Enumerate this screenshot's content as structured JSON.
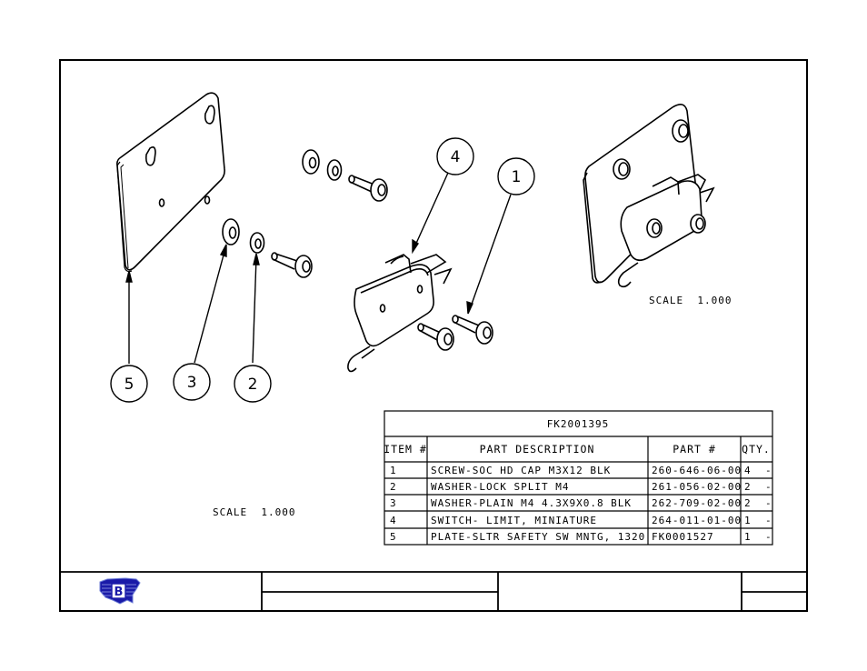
{
  "balloons": [
    {
      "id": "balloon-5",
      "label": "5"
    },
    {
      "id": "balloon-3",
      "label": "3"
    },
    {
      "id": "balloon-2",
      "label": "2"
    },
    {
      "id": "balloon-4",
      "label": "4"
    },
    {
      "id": "balloon-1",
      "label": "1"
    }
  ],
  "scale_left": "SCALE  1.000",
  "scale_right": "SCALE  1.000",
  "bom": {
    "title": "FK2001395",
    "headers": {
      "item": "ITEM #",
      "description": "PART DESCRIPTION",
      "part": "PART #",
      "qty": "QTY."
    },
    "rows": [
      {
        "item": "1",
        "description": "SCREW-SOC HD CAP M3X12 BLK",
        "part": "260-646-06-00",
        "qty": "4",
        "mark": "-"
      },
      {
        "item": "2",
        "description": "WASHER-LOCK SPLIT M4",
        "part": "261-056-02-00",
        "qty": "2",
        "mark": "-"
      },
      {
        "item": "3",
        "description": "WASHER-PLAIN M4 4.3X9X0.8 BLK",
        "part": "262-709-02-00",
        "qty": "2",
        "mark": "-"
      },
      {
        "item": "4",
        "description": "SWITCH- LIMIT, MINIATURE",
        "part": "264-011-01-00",
        "qty": "1",
        "mark": "-"
      },
      {
        "item": "5",
        "description": "PLATE-SLTR SAFETY SW MNTG, 1320",
        "part": "FK0001527",
        "qty": "1",
        "mark": "-"
      }
    ]
  },
  "logo": {
    "letter": "B",
    "icon": "company-logo",
    "color": "#1a1aa8"
  }
}
